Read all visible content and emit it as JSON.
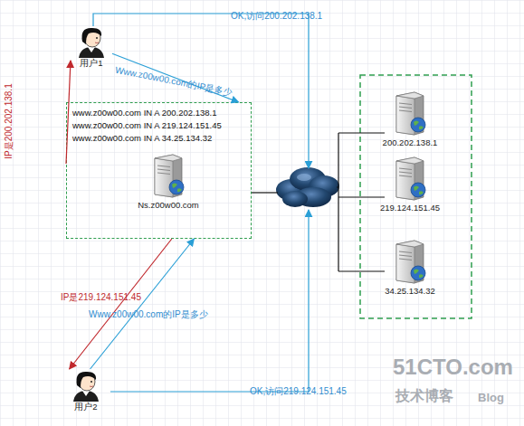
{
  "diagram": {
    "nodes": [
      {
        "text": [
          "用户1"
        ]
      },
      {
        "text": [
          "www.z00w00.com IN A 200.202.138.1",
          "www.z00w00.com IN A 219.124.151.45",
          "www.z00w00.com IN A 34.25.134.32"
        ]
      },
      {
        "text": [
          "Ns.z00w00.com"
        ],
        "in": 1
      },
      {
        "text": [
          "200.202.138.1"
        ]
      },
      {
        "text": [
          "219.124.151.45"
        ]
      },
      {
        "text": [
          "34.25.134.32"
        ]
      },
      {
        "text": [
          "用户2"
        ]
      }
    ],
    "edges": [
      {
        "from": 0,
        "to": 1,
        "label": "Www.z00w00.com的IP是多少",
        "arrow": "to"
      },
      {
        "from": 1,
        "to": 0,
        "label": "IP是200.202.138.1",
        "arrow": "to"
      },
      {
        "from": 6,
        "to": 1,
        "label": "Www.z00w00.com的IP是多少",
        "arrow": "to"
      },
      {
        "from": 1,
        "to": 6,
        "label": "IP是219.124.151.45",
        "arrow": "to"
      }
    ],
    "labels": [
      "OK,访问200.202.138.1",
      "OK,访问219.124.151.45",
      "51CTO.com",
      "技术博客",
      "Blog"
    ]
  }
}
